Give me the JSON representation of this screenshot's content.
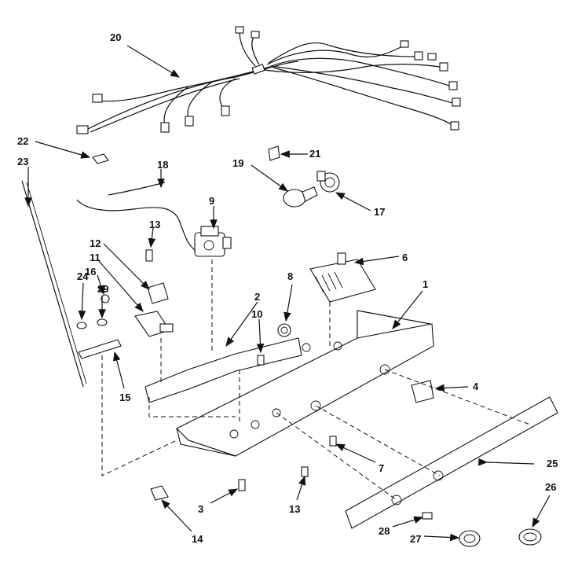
{
  "callouts": {
    "c1": "1",
    "c2": "2",
    "c3": "3",
    "c4": "4",
    "c6": "6",
    "c7": "7",
    "c8": "8",
    "c9": "9",
    "c10": "10",
    "c11": "11",
    "c12": "12",
    "c13a": "13",
    "c13b": "13",
    "c14": "14",
    "c15": "15",
    "c16": "16",
    "c17": "17",
    "c18": "18",
    "c19": "19",
    "c20": "20",
    "c21": "21",
    "c22": "22",
    "c23": "23",
    "c24": "24",
    "c25": "25",
    "c26": "26",
    "c27": "27",
    "c28": "28",
    "c29": "29"
  }
}
